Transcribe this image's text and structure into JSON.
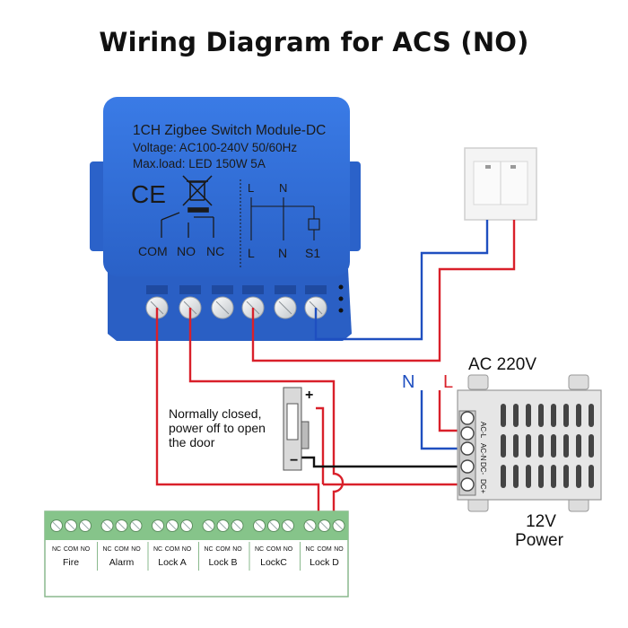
{
  "title": "Wiring Diagram for ACS (NO)",
  "module": {
    "name": "1CH Zigbee Switch Module-DC",
    "voltage": "Voltage: AC100-240V 50/60Hz",
    "maxload": "Max.load: LED 150W 5A",
    "terminals_left": [
      "COM",
      "NO",
      "NC"
    ],
    "terminals_right": [
      "L",
      "N",
      "S1"
    ],
    "schematic_top": [
      "L",
      "N"
    ],
    "ce_mark": "CE"
  },
  "lock": {
    "note": [
      "Normally closed,",
      "power off to open",
      "the door"
    ],
    "plus": "+",
    "minus": "−"
  },
  "ac_label": "AC 220V",
  "n_label": "N",
  "l_label": "L",
  "psu": {
    "terminals": [
      "AC-L",
      "AC-N",
      "DC-",
      "DC+"
    ],
    "caption": [
      "12V",
      "Power"
    ]
  },
  "panel": {
    "groups": [
      {
        "label": "Fire",
        "terms": [
          "NC",
          "COM",
          "NO"
        ]
      },
      {
        "label": "Alarm",
        "terms": [
          "NC",
          "COM",
          "NO"
        ]
      },
      {
        "label": "Lock A",
        "terms": [
          "NC",
          "COM",
          "NO"
        ]
      },
      {
        "label": "Lock B",
        "terms": [
          "NC",
          "COM",
          "NO"
        ]
      },
      {
        "label": "LockC",
        "terms": [
          "NC",
          "COM",
          "NO"
        ]
      },
      {
        "label": "Lock D",
        "terms": [
          "NC",
          "COM",
          "NO"
        ]
      }
    ]
  },
  "colors": {
    "module_blue": "#2f6fd8",
    "wire_red": "#d9202a",
    "wire_blue": "#1f4fc0",
    "wire_black": "#111111",
    "panel_green": "#86c48a",
    "psu_gray": "#e6e6e6"
  }
}
